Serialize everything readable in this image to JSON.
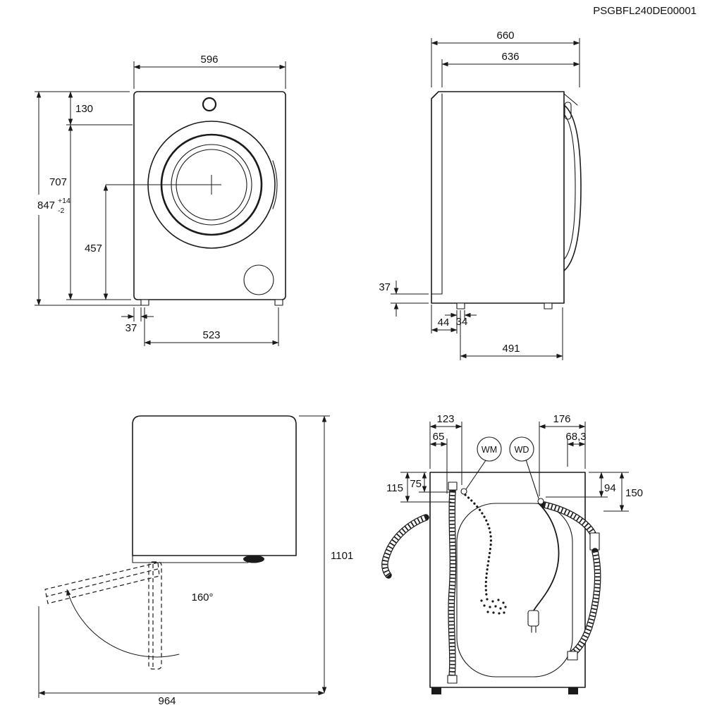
{
  "header": {
    "part_number": "PSGBFL240DE00001"
  },
  "front_view": {
    "width": "596",
    "top_offset": "130",
    "upper_height": "707",
    "total_height": "847",
    "tolerance_plus": "+14",
    "tolerance_minus": "-2",
    "drum_center_height": "457",
    "foot_inset": "37",
    "feet_span": "523"
  },
  "side_view": {
    "total_depth": "660",
    "body_depth": "636",
    "base_height": "37",
    "foot_width": "34",
    "rear_foot_offset": "44",
    "feet_span": "491"
  },
  "door_view": {
    "open_height": "1101",
    "open_angle": "160°",
    "open_depth": "964"
  },
  "rear_view": {
    "drain_offset": "123",
    "drain_clip_offset": "65",
    "inlet_offset": "176",
    "inlet_clip_offset": "68,3",
    "left_outer": "115",
    "left_inner": "75",
    "right_inner": "94",
    "right_outer": "150",
    "wm_label": "WM",
    "wd_label": "WD"
  }
}
